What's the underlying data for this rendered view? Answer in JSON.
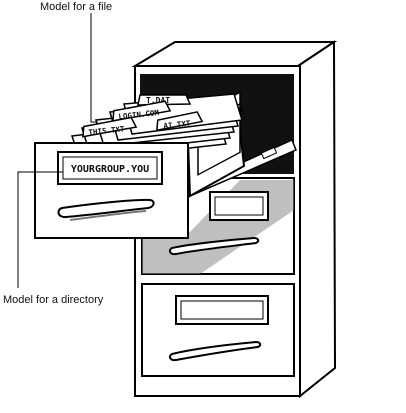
{
  "callouts": {
    "file": "Model for a file",
    "directory": "Model for a directory"
  },
  "drawer_label": "YOURGROUP.YOU",
  "file_tabs": [
    "T.DAT",
    "LOGIN.COM",
    "AI.TXT",
    "THIS.TXT"
  ]
}
